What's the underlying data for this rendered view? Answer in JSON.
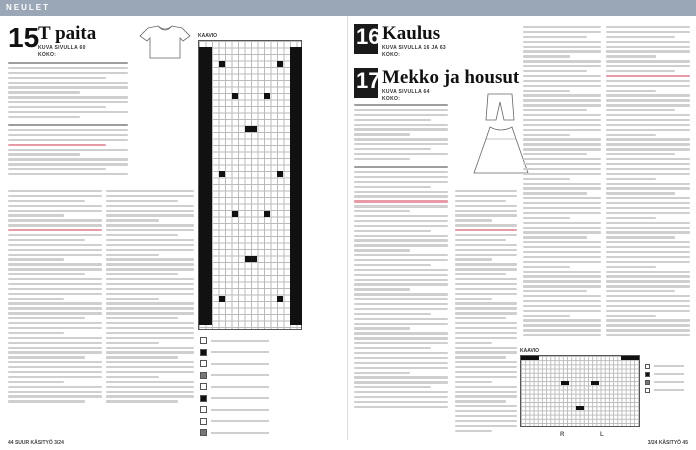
{
  "header": {
    "brand": "NEULET"
  },
  "patterns": [
    {
      "number": "15",
      "title": "T paita",
      "subtitle": "KUVA SIVULLA 60",
      "size_label": "KOKO:"
    },
    {
      "number": "16",
      "title": "Kaulus",
      "subtitle": "KUVA SIVULLA 16 JA 63",
      "size_label": "KOKO:"
    },
    {
      "number": "17",
      "title": "Mekko ja housut",
      "subtitle": "KUVA SIVULLA 64",
      "size_label": "KOKO:"
    }
  ],
  "charts": {
    "left_label": "KAAVIO",
    "right_label": "KAAVIO",
    "edge_right": "R",
    "edge_left": "L"
  },
  "footer": {
    "left": "44  SUUR KÄSITYÖ 3/24",
    "right": "3/24 KÄSITYÖ  45"
  },
  "colors": {
    "topbar": "#9aa7b6",
    "accent_text": "#e8457a",
    "chart_fill": "#111111"
  }
}
